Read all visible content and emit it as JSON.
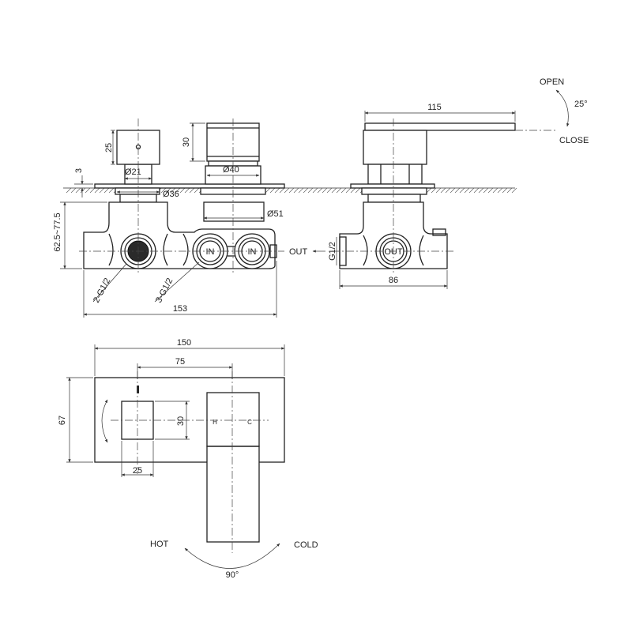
{
  "title": "Concealed shower mixer valve technical drawing",
  "side_view": {
    "dims": {
      "cap_height": "3",
      "spindle_height": "25",
      "spindle_dia": "Ø21",
      "flange_dia": "Ø36",
      "knob_height": "30",
      "knob_dia": "Ø40",
      "body_dia": "Ø51",
      "depth_range": "62.5~77.5",
      "total_length": "153"
    },
    "ports": {
      "hot_cold_label": "2-G1/2",
      "in_label": "3-G1/2",
      "in_left": "IN",
      "in_right": "IN",
      "out_arrow": "OUT"
    }
  },
  "end_view": {
    "dims": {
      "handle_length": "115",
      "width": "86",
      "thread": "G1/2"
    },
    "port_label": "OUT",
    "rotation": {
      "open": "OPEN",
      "close": "CLOSE",
      "angle": "25°"
    }
  },
  "front_view": {
    "dims": {
      "plate_width": "150",
      "center_distance": "75",
      "plate_height": "67",
      "knob_width": "25",
      "knob_height": "30"
    },
    "handle_marks": {
      "hot_mark": "H",
      "cold_mark": "C"
    },
    "rotation": {
      "hot": "HOT",
      "cold": "COLD",
      "angle": "90°"
    }
  }
}
